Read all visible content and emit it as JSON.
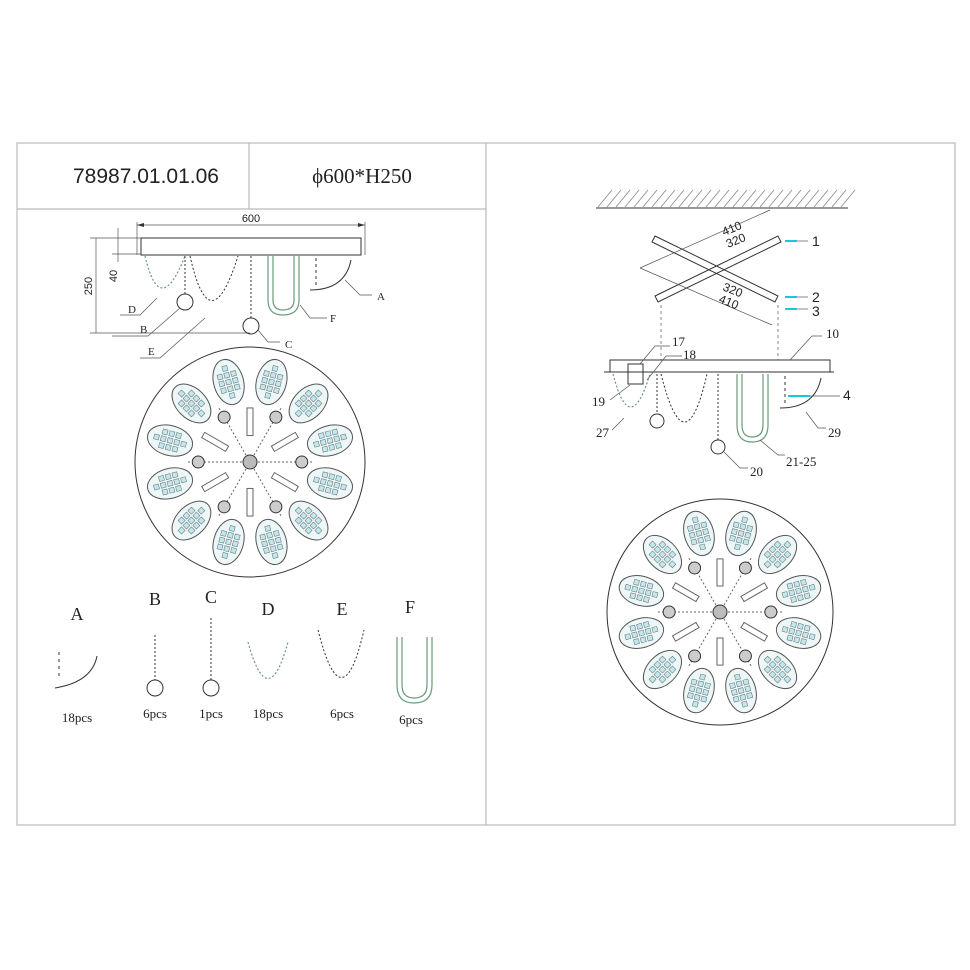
{
  "header": {
    "model": "78987.01.01.06",
    "size": "ϕ600*H250"
  },
  "side_view": {
    "width_dim": "600",
    "height_dim": "250",
    "canopy_dim": "40",
    "callouts": [
      "A",
      "B",
      "C",
      "D",
      "E",
      "F"
    ]
  },
  "parts": [
    {
      "letter": "A",
      "qty": "18pcs"
    },
    {
      "letter": "B",
      "qty": "6pcs"
    },
    {
      "letter": "C",
      "qty": "1pcs"
    },
    {
      "letter": "D",
      "qty": "18pcs"
    },
    {
      "letter": "E",
      "qty": "6pcs"
    },
    {
      "letter": "F",
      "qty": "6pcs"
    }
  ],
  "assembly": {
    "dims": [
      "410",
      "320",
      "320",
      "410"
    ],
    "callouts": [
      "1",
      "2",
      "3",
      "10",
      "17",
      "18",
      "19",
      "27",
      "4",
      "29",
      "20",
      "21-25"
    ]
  },
  "colors": {
    "accent": "#19c8d8",
    "line": "#333333",
    "frame": "#bbbbbb",
    "glass": "#6a9a7a"
  }
}
